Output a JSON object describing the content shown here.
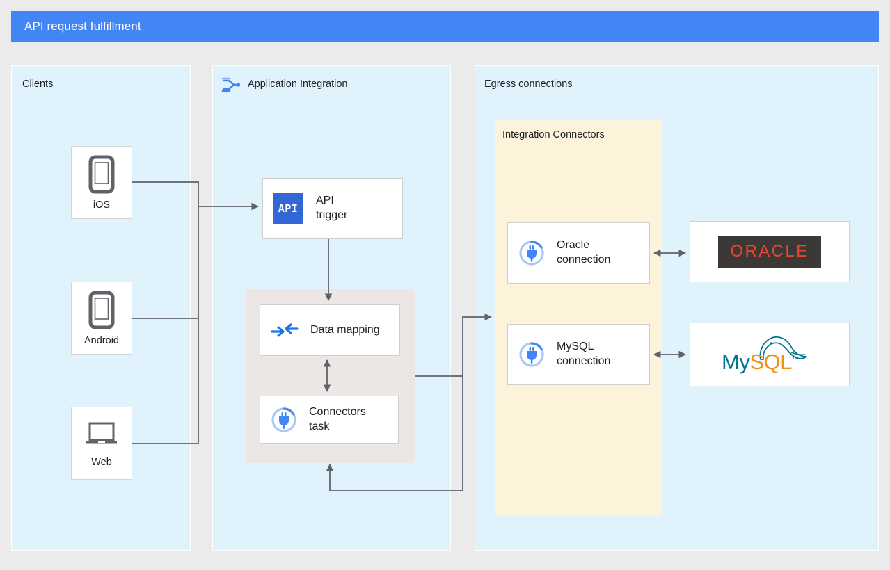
{
  "header": {
    "title": "API request fulfillment",
    "accent_color": "#4285f4",
    "text_color": "#ffffff"
  },
  "colors": {
    "page_background": "#ebebeb",
    "panel_background": "#e0f3fd",
    "connectors_panel_background": "#fdf3da",
    "tasks_panel_background": "#ece7e4",
    "node_background": "#ffffff",
    "node_border": "#cfcfcf",
    "wire_color": "#5f6368",
    "api_badge_background": "#3367d6",
    "connector_icon_blue": "#4285f4",
    "connector_icon_light_blue": "#a8c7fa",
    "data_mapping_arrow_blue": "#1a73e8",
    "device_icon_gray": "#5f6368",
    "oracle_plate_background": "#3b3835",
    "oracle_text": "#e8462d",
    "mysql_teal": "#00758f",
    "mysql_orange": "#f29111"
  },
  "panels": [
    {
      "id": "clients",
      "label": "Clients"
    },
    {
      "id": "app_integration",
      "label": "Application Integration",
      "icon": "application-integration-icon"
    },
    {
      "id": "egress",
      "label": "Egress connections"
    }
  ],
  "subpanels": [
    {
      "id": "integration_connectors",
      "label": "Integration Connectors"
    },
    {
      "id": "tasks_group",
      "label": ""
    }
  ],
  "clients": [
    {
      "name": "iOS",
      "icon": "mobile-phone-icon"
    },
    {
      "name": "Android",
      "icon": "mobile-phone-icon"
    },
    {
      "name": "Web",
      "icon": "laptop-icon"
    }
  ],
  "integration_nodes": [
    {
      "id": "api_trigger",
      "label": "API\ntrigger",
      "icon": "api-badge-icon",
      "icon_text": "API"
    },
    {
      "id": "data_mapping",
      "label": "Data mapping",
      "icon": "data-mapping-icon"
    },
    {
      "id": "connectors_task",
      "label": "Connectors\ntask",
      "icon": "connector-plug-icon"
    }
  ],
  "connections": [
    {
      "id": "oracle_connection",
      "label": "Oracle\nconnection",
      "icon": "connector-plug-icon"
    },
    {
      "id": "mysql_connection",
      "label": "MySQL\nconnection",
      "icon": "connector-plug-icon"
    }
  ],
  "databases": [
    {
      "id": "oracle",
      "logo": "oracle-logo",
      "wordmark": "ORACLE"
    },
    {
      "id": "mysql",
      "logo": "mysql-logo",
      "wordmark_primary": "My",
      "wordmark_secondary": "SQL",
      "wordmark_tm": "™"
    }
  ]
}
